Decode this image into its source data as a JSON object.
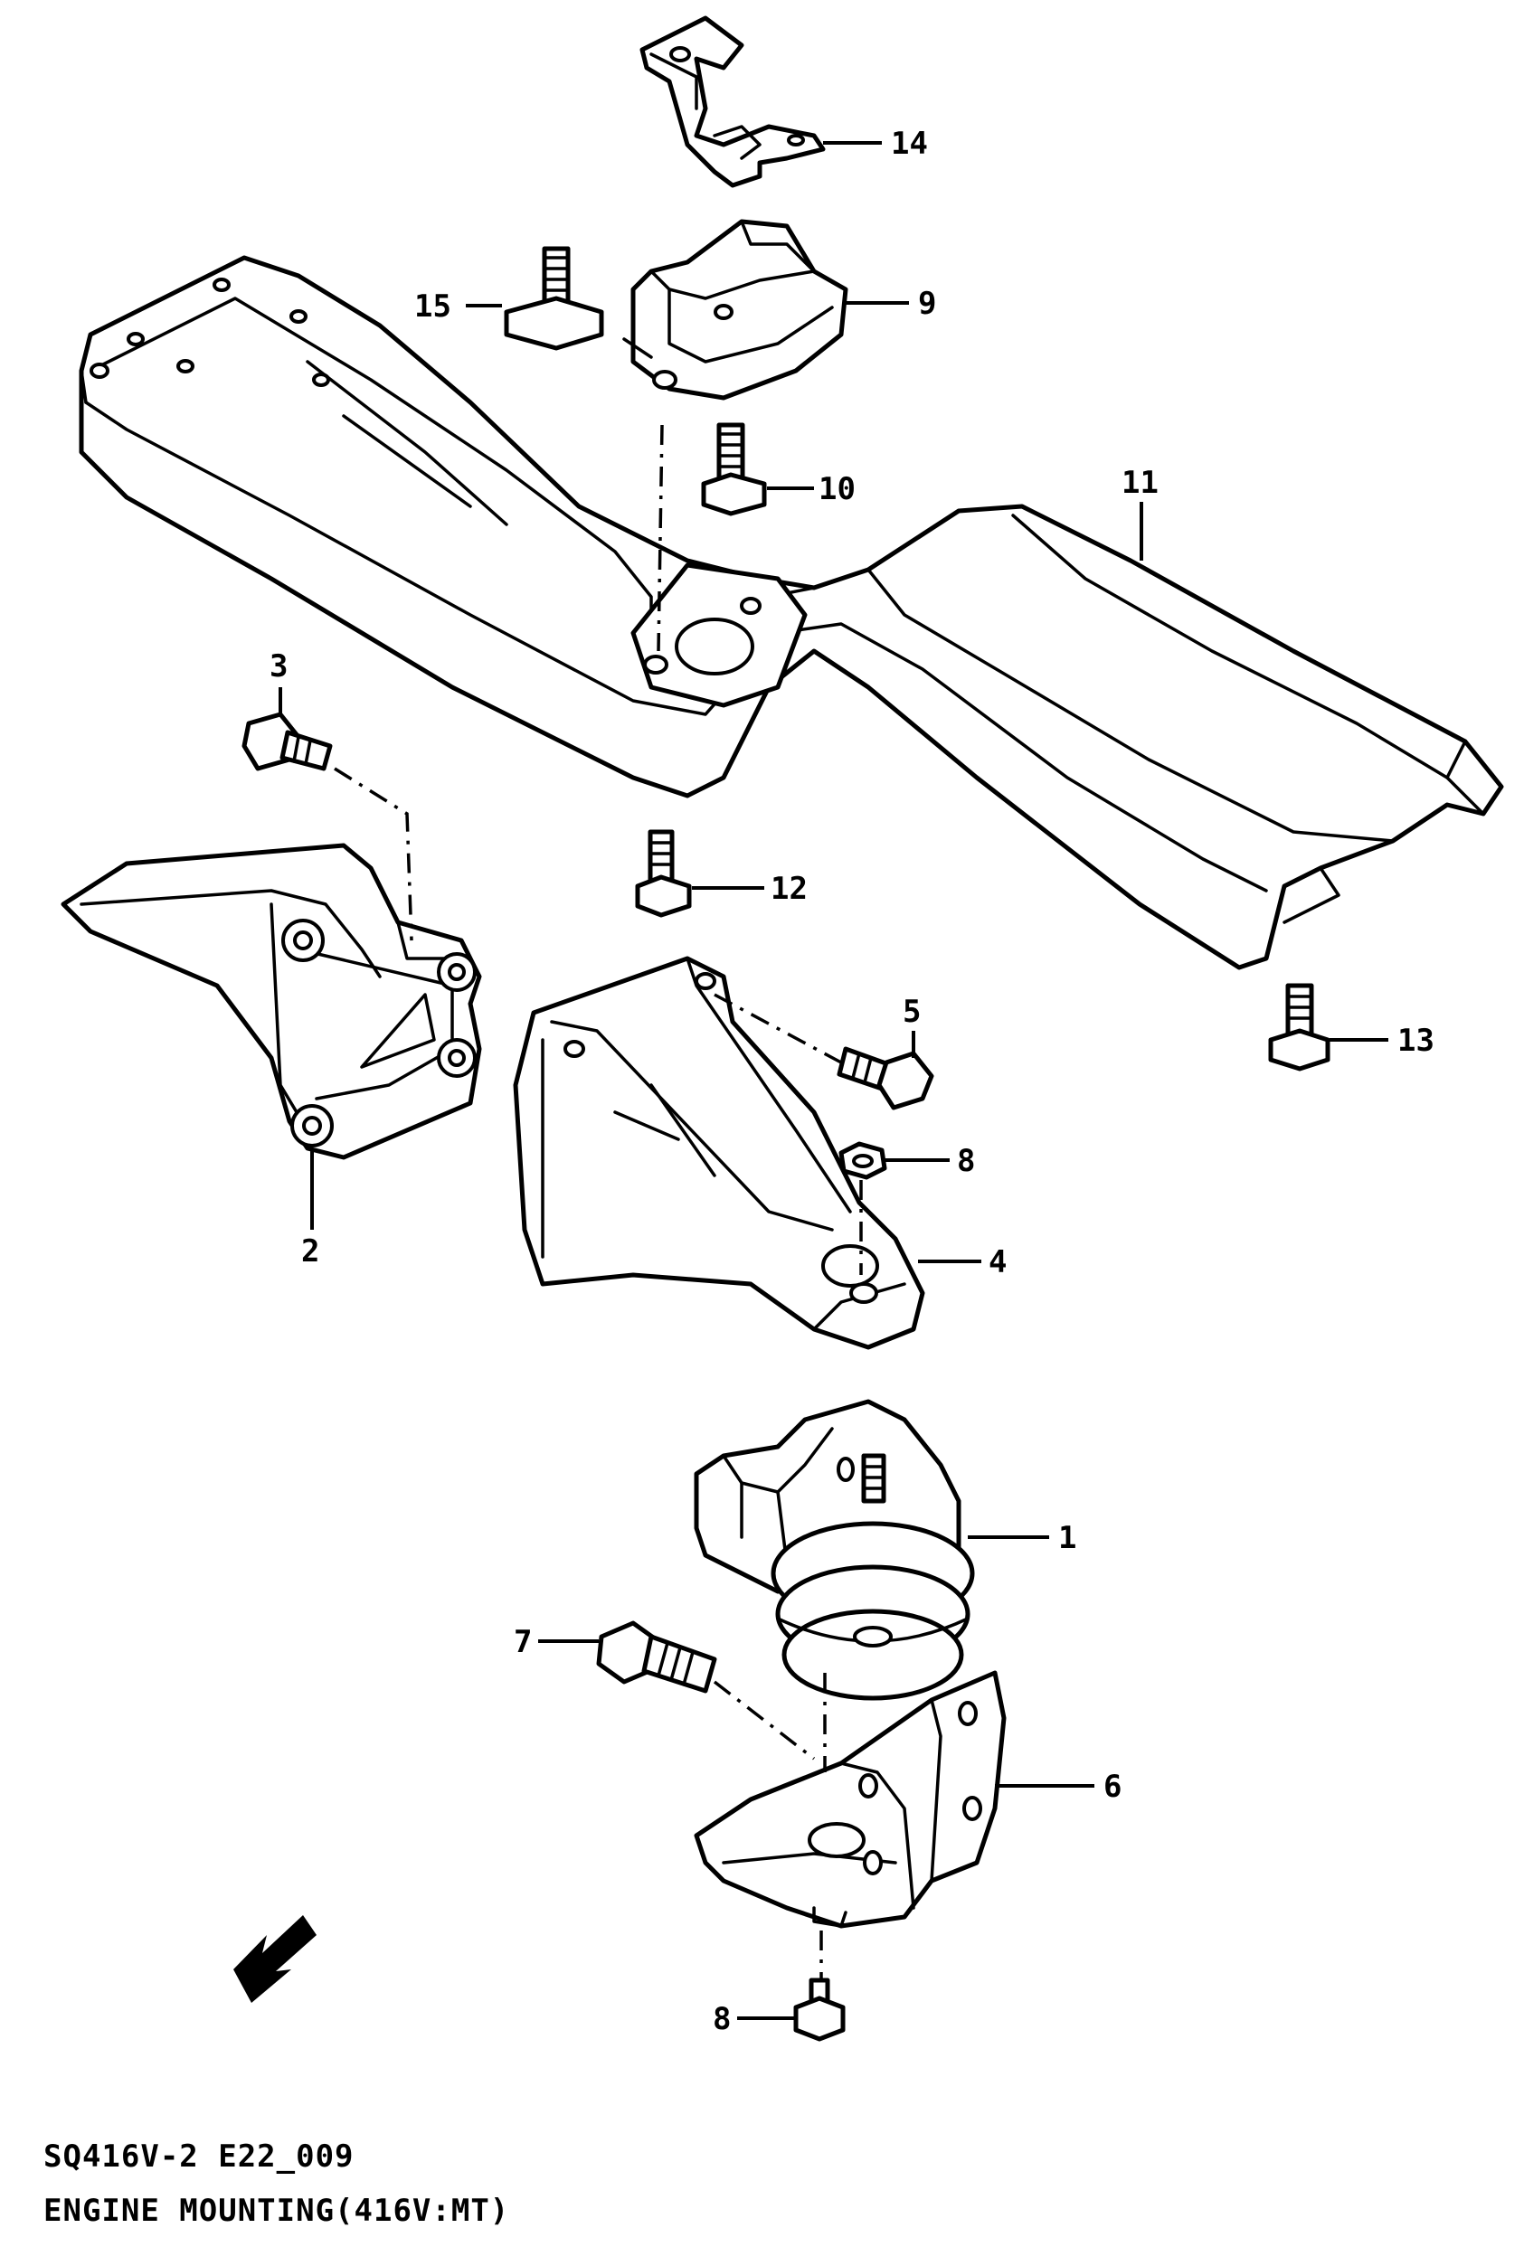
{
  "diagram": {
    "callouts": {
      "c1": "1",
      "c2": "2",
      "c3": "3",
      "c4": "4",
      "c5": "5",
      "c6": "6",
      "c7": "7",
      "c8a": "8",
      "c8b": "8",
      "c9": "9",
      "c10": "10",
      "c11": "11",
      "c12": "12",
      "c13": "13",
      "c14": "14",
      "c15": "15"
    },
    "caption": {
      "code": "SQ416V-2 E22_009",
      "title": "ENGINE MOUNTING(416V:MT)"
    },
    "direction_icon": "front-arrow-icon"
  }
}
